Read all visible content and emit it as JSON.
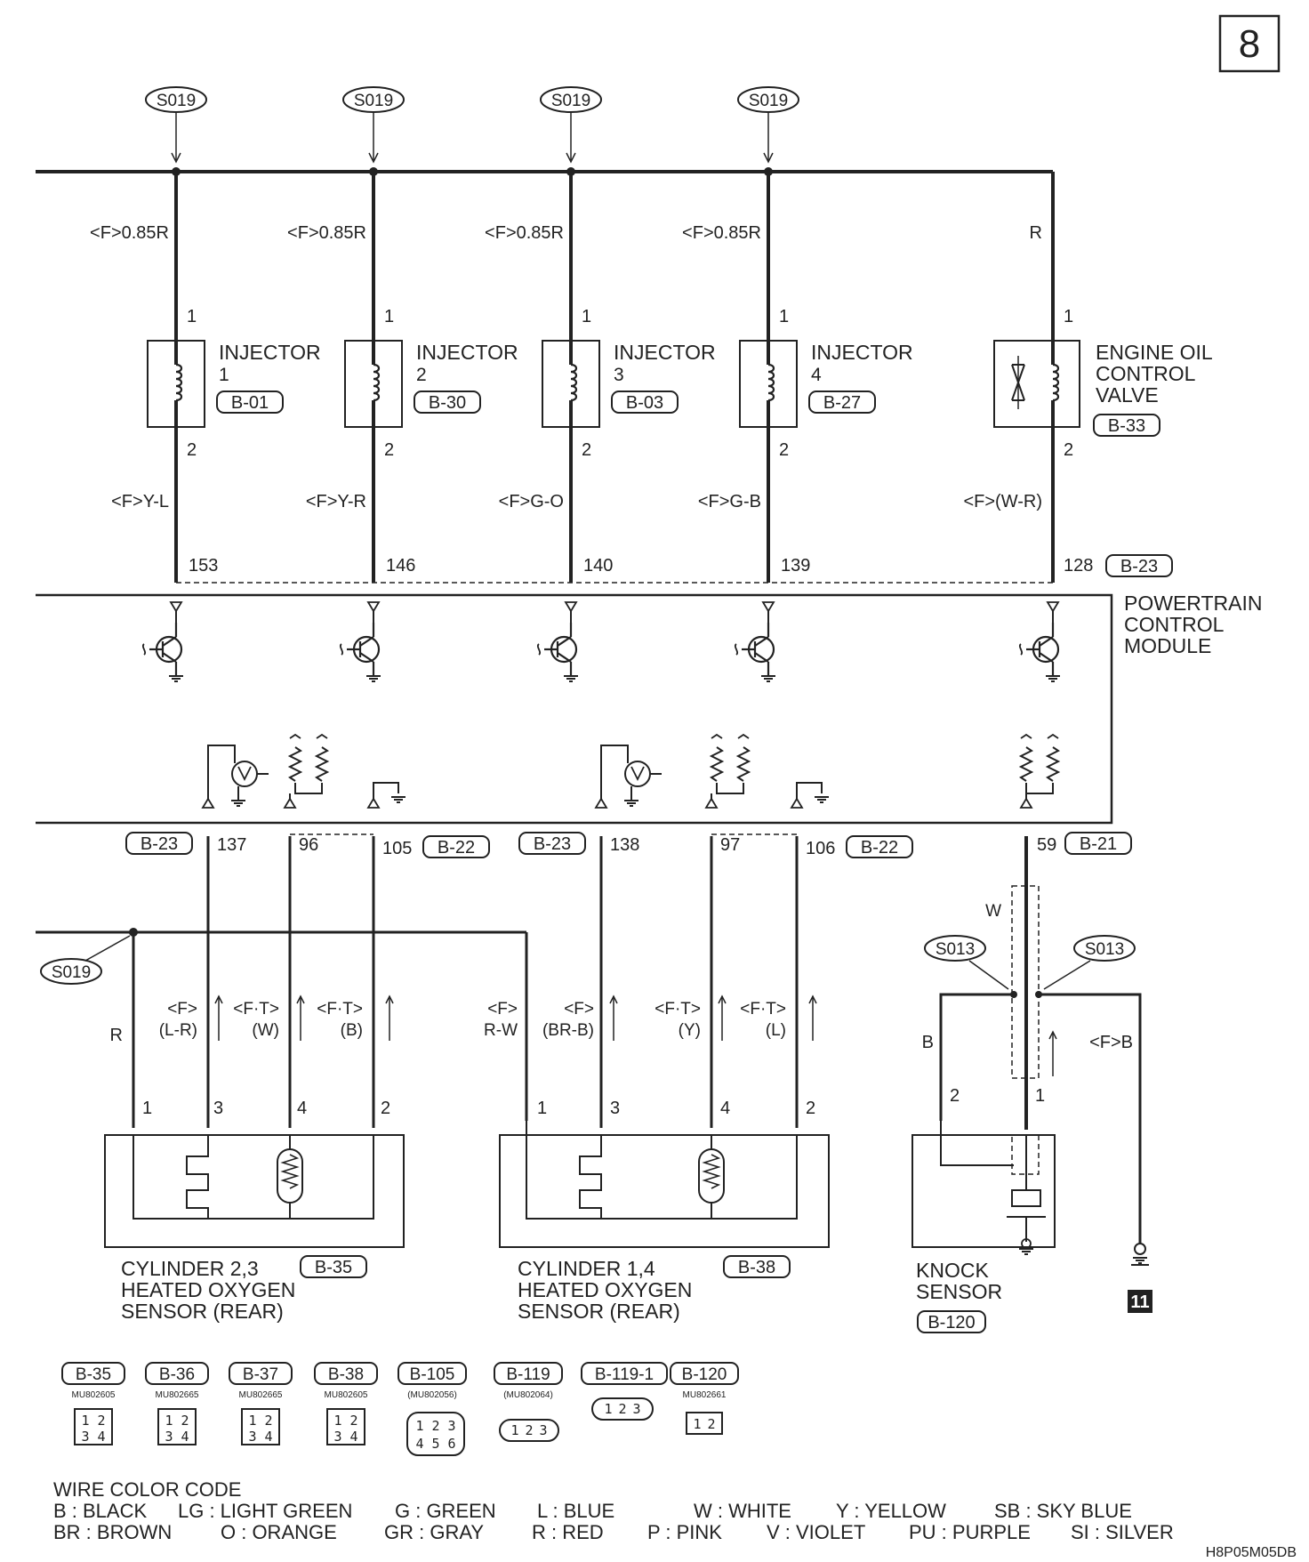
{
  "page_number": "8",
  "diagram_code": "H8P05M05DB",
  "splice_top": "S019",
  "splice_knock": "S013",
  "splice_rear": "S019",
  "injectors": [
    {
      "name": "INJECTOR",
      "num": "1",
      "conn": "B-01",
      "wire_top": "<F>0.85R",
      "wire_bot": "<F>Y-L",
      "pin_top": "1",
      "pin_bot": "2",
      "pcm_pin": "153"
    },
    {
      "name": "INJECTOR",
      "num": "2",
      "conn": "B-30",
      "wire_top": "<F>0.85R",
      "wire_bot": "<F>Y-R",
      "pin_top": "1",
      "pin_bot": "2",
      "pcm_pin": "146"
    },
    {
      "name": "INJECTOR",
      "num": "3",
      "conn": "B-03",
      "wire_top": "<F>0.85R",
      "wire_bot": "<F>G-O",
      "pin_top": "1",
      "pin_bot": "2",
      "pcm_pin": "140"
    },
    {
      "name": "INJECTOR",
      "num": "4",
      "conn": "B-27",
      "wire_top": "<F>0.85R",
      "wire_bot": "<F>G-B",
      "pin_top": "1",
      "pin_bot": "2",
      "pcm_pin": "139"
    }
  ],
  "oil_valve": {
    "line1": "ENGINE OIL",
    "line2": "CONTROL",
    "line3": "VALVE",
    "conn": "B-33",
    "wire_top": "R",
    "wire_bot": "<F>(W-R)",
    "pin_top": "1",
    "pin_bot": "2",
    "pcm_pin": "128",
    "pcm_conn": "B-23"
  },
  "pcm": {
    "line1": "POWERTRAIN",
    "line2": "CONTROL",
    "line3": "MODULE"
  },
  "pcm_bottom_pins": [
    {
      "conn_left": "B-23",
      "pin": "137"
    },
    {
      "pin": "96"
    },
    {
      "pin": "105",
      "conn_right": "B-22"
    },
    {
      "conn_left": "B-23",
      "pin": "138"
    },
    {
      "pin": "97"
    },
    {
      "pin": "106",
      "conn_right": "B-22"
    },
    {
      "pin": "59",
      "conn_right": "B-21"
    }
  ],
  "sensor_a": {
    "line1": "CYLINDER 2,3",
    "line2": "HEATED OXYGEN",
    "line3": "SENSOR (REAR)",
    "conn": "B-35",
    "wires": [
      {
        "code": "R",
        "pin": "1"
      },
      {
        "code_top": "<F>",
        "code_bot": "(L-R)",
        "pin": "3"
      },
      {
        "code_top": "<F·T>",
        "code_bot": "(W)",
        "pin": "4"
      },
      {
        "code_top": "<F·T>",
        "code_bot": "(B)",
        "pin": "2"
      }
    ]
  },
  "sensor_b": {
    "line1": "CYLINDER 1,4",
    "line2": "HEATED OXYGEN",
    "line3": "SENSOR (REAR)",
    "conn": "B-38",
    "wires": [
      {
        "code_top": "<F>",
        "code_bot": "R-W",
        "pin": "1"
      },
      {
        "code_top": "<F>",
        "code_bot": "(BR-B)",
        "pin": "3"
      },
      {
        "code_top": "<F·T>",
        "code_bot": "(Y)",
        "pin": "4"
      },
      {
        "code_top": "<F·T>",
        "code_bot": "(L)",
        "pin": "2"
      }
    ]
  },
  "knock": {
    "line1": "KNOCK",
    "line2": "SENSOR",
    "conn": "B-120",
    "shield": "W",
    "wire_left": "B",
    "pin_left": "2",
    "pin_right": "1",
    "ground_wire": "<F>B",
    "ground_id": "11"
  },
  "connectors": [
    {
      "id": "B-35",
      "part": "MU802605",
      "pins": [
        "1",
        "2",
        "3",
        "4"
      ]
    },
    {
      "id": "B-36",
      "part": "MU802665",
      "pins": [
        "1",
        "2",
        "3",
        "4"
      ]
    },
    {
      "id": "B-37",
      "part": "MU802665",
      "pins": [
        "1",
        "2",
        "3",
        "4"
      ]
    },
    {
      "id": "B-38",
      "part": "MU802605",
      "pins": [
        "1",
        "2",
        "3",
        "4"
      ]
    },
    {
      "id": "B-105",
      "part": "(MU802056)",
      "pins": [
        "1",
        "2",
        "3",
        "4",
        "5",
        "6"
      ]
    },
    {
      "id": "B-119",
      "part": "(MU802064)",
      "pins": [
        "1",
        "2",
        "3"
      ]
    },
    {
      "id": "B-119-1",
      "part": "",
      "pins": [
        "1",
        "2",
        "3"
      ]
    },
    {
      "id": "B-120",
      "part": "MU802661",
      "pins": [
        "1",
        "2"
      ]
    }
  ],
  "color_code": {
    "title": "WIRE COLOR CODE",
    "row1": [
      "B : BLACK",
      "LG : LIGHT GREEN",
      "G : GREEN",
      "L : BLUE",
      "W : WHITE",
      "Y : YELLOW",
      "SB : SKY BLUE"
    ],
    "row2": [
      "BR : BROWN",
      "O : ORANGE",
      "GR : GRAY",
      "R : RED",
      "P : PINK",
      "V : VIOLET",
      "PU : PURPLE",
      "SI : SILVER"
    ]
  }
}
